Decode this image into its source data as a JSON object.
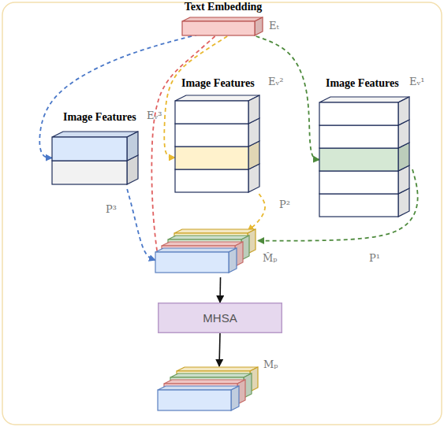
{
  "diagram": {
    "nodes": [
      {
        "text": [
          "Text Embedding",
          "Eₜ"
        ]
      },
      {
        "text": [
          "Image Features",
          "Eᵥ³"
        ]
      },
      {
        "text": [
          "Image Features",
          "Eᵥ²"
        ]
      },
      {
        "text": [
          "Image Features",
          "Eᵥ¹"
        ]
      },
      {
        "text": [
          "M̂ₚ"
        ]
      },
      {
        "text": [
          "MHSA"
        ]
      },
      {
        "text": [
          "Mₚ"
        ]
      }
    ],
    "edges": [
      {
        "from": 0,
        "to": 1,
        "arrow": "to"
      },
      {
        "from": 0,
        "to": 2,
        "arrow": "to"
      },
      {
        "from": 0,
        "to": 3,
        "arrow": "to"
      },
      {
        "from": 0,
        "to": 4,
        "arrow": "none"
      },
      {
        "from": 1,
        "to": 4,
        "label": "P³",
        "arrow": "to"
      },
      {
        "from": 2,
        "to": 4,
        "label": "P²",
        "arrow": "to"
      },
      {
        "from": 3,
        "to": 4,
        "label": "P¹",
        "arrow": "to"
      },
      {
        "from": 4,
        "to": 5,
        "arrow": "to"
      },
      {
        "from": 5,
        "to": 6,
        "arrow": "to"
      }
    ]
  }
}
